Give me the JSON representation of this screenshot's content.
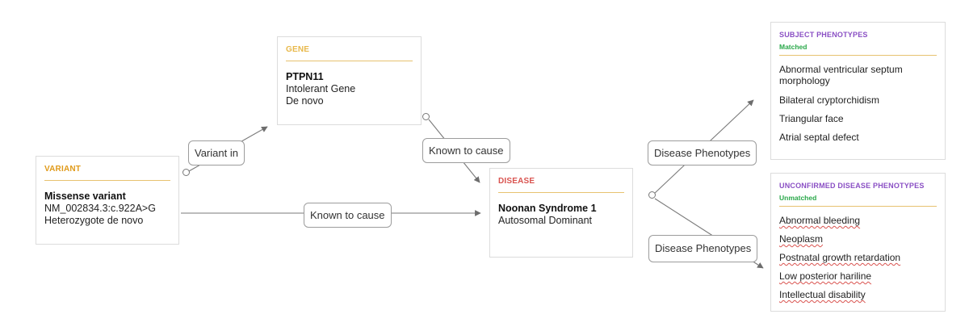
{
  "variant": {
    "header": "VARIANT",
    "header_color": "#e09a1a",
    "title": "Missense variant",
    "lines": [
      "NM_002834.3:c.922A>G",
      "Heterozygote de novo"
    ]
  },
  "gene": {
    "header": "GENE",
    "header_color": "#e8b84a",
    "title": "PTPN11",
    "lines": [
      "Intolerant Gene",
      "De novo"
    ]
  },
  "disease": {
    "header": "DISEASE",
    "header_color": "#d9534f",
    "title": "Noonan Syndrome 1",
    "lines": [
      "Autosomal Dominant"
    ]
  },
  "subject_phenotypes": {
    "header": "SUBJECT PHENOTYPES",
    "header_color": "#8a4fc4",
    "status": "Matched",
    "status_color": "#2aa84a",
    "items": [
      "Abnormal ventricular septum morphology",
      "Bilateral cryptorchidism",
      "Triangular face",
      "Atrial septal defect"
    ]
  },
  "unconfirmed_phenotypes": {
    "header": "UNCONFIRMED DISEASE PHENOTYPES",
    "header_color": "#8a4fc4",
    "status": "Unmatched",
    "status_color": "#2aa84a",
    "items": [
      "Abnormal bleeding",
      "Neoplasm",
      "Postnatal growth retardation",
      "Low posterior hariline",
      "Intellectual disability"
    ]
  },
  "edges": {
    "variant_to_gene": "Variant in",
    "gene_to_disease": "Known to cause",
    "variant_to_disease": "Known to cause",
    "disease_to_subject": "Disease Phenotypes",
    "disease_to_unconfirmed": "Disease Phenotypes"
  },
  "colors": {
    "divider": "#e7c270",
    "edge_line": "#7a7a7a",
    "spellcheck_underline": "#d9534f"
  }
}
